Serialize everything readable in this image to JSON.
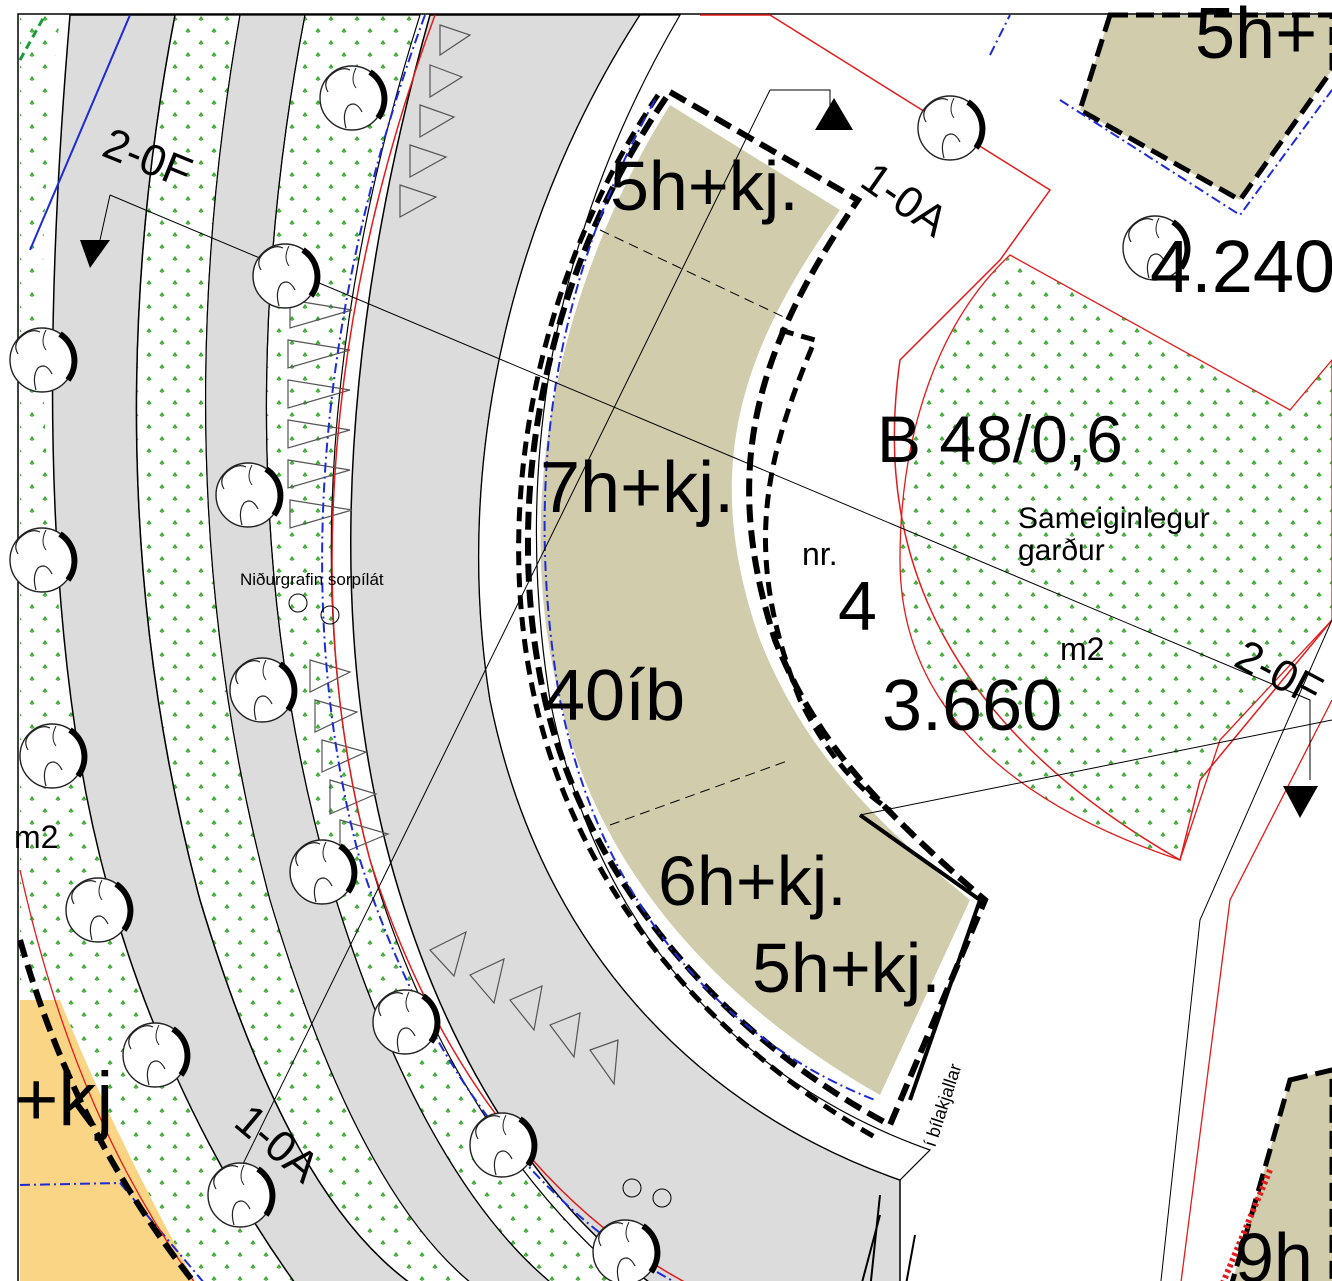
{
  "map": {
    "labels": {
      "top_right_height": "5h+",
      "north_tip_height": "5h+kj.",
      "main_height": "7h+kj.",
      "south_height_1": "6h+kj.",
      "south_height_2": "5h+kj.",
      "southwest_height": "+kj",
      "bottom_right_height": "9h",
      "apartments": "40íb",
      "lot_prefix": "nr.",
      "lot_number": "4",
      "lot_area": "3.660",
      "lot_area_unit": "m2",
      "neighbour_lot_area": "4.240",
      "left_edge_unit": "m2",
      "zoning_code": "B 48/0,6",
      "garden_line1": "Sameiginlegur",
      "garden_line2": "garður",
      "waste_bins": "Niðurgrafin sorpílát",
      "garage_ramp": "í bílakjallar",
      "section_2_0F_top": "2-0F",
      "section_2_0F_right": "2-0F",
      "section_1_0A_top": "1-0A",
      "section_1_0A_bottom": "1-0A"
    },
    "colors": {
      "building": "#d1ccac",
      "road": "#dcdcdc",
      "green_area": "#3aa832",
      "orange_lot": "#fbd586",
      "property_line": "#e31b1b",
      "build_line": "#1d2bd6",
      "green_line": "#1c9a3a",
      "black": "#000000"
    }
  }
}
